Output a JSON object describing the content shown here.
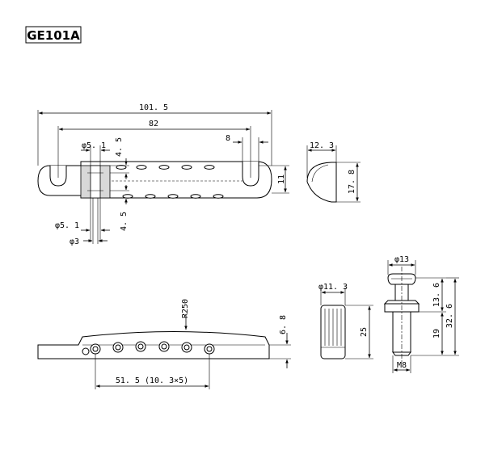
{
  "model": "GE101A",
  "top_view": {
    "overall_length": "101. 5",
    "slot_span": "82",
    "slot_width": "8",
    "height": "11",
    "top_hole_upper": "φ5. 1",
    "top_hole_dim": "4. 5",
    "bottom_hole_dim": "4. 5",
    "bottom_hole_upper": "φ5. 1",
    "bottom_hole_lower": "φ3"
  },
  "end_view": {
    "width": "12. 3",
    "height": "17. 8"
  },
  "front_view": {
    "radius": "R250",
    "height": "6. 8",
    "string_spacing": "51. 5 (10. 3×5)"
  },
  "stud": {
    "diameter": "φ11. 3",
    "length": "25"
  },
  "screw": {
    "head_diameter": "φ13",
    "head_height": "13. 6",
    "total_length": "32. 6",
    "thread_length": "19",
    "thread": "M8"
  }
}
